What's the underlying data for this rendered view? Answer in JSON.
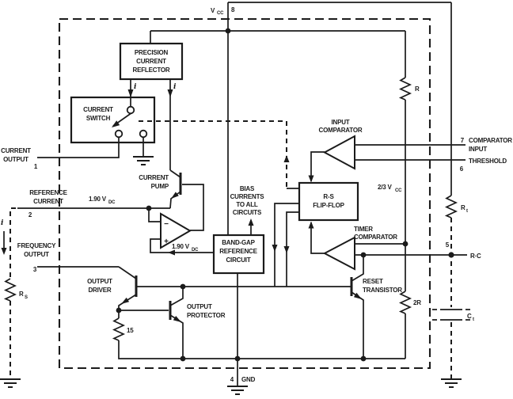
{
  "diagram": {
    "power": {
      "vcc": "V",
      "vcc_sub": "CC",
      "pin8": "8"
    },
    "pins": {
      "comparator_input": {
        "num": "7",
        "line1": "COMPARATOR",
        "line2": "INPUT"
      },
      "threshold": {
        "num": "6",
        "label": "THRESHOLD"
      },
      "rc": {
        "num": "5",
        "label": "R·C"
      },
      "gnd": {
        "num": "4",
        "label": "GND"
      },
      "frequency_output": {
        "num": "3",
        "line1": "FREQUENCY",
        "line2": "OUTPUT"
      },
      "reference_current": {
        "num": "2",
        "line1": "REFERENCE",
        "line2": "CURRENT"
      },
      "current_output": {
        "num": "1",
        "line1": "CURRENT",
        "line2": "OUTPUT"
      }
    },
    "blocks": {
      "reflector": {
        "line1": "PRECISION",
        "line2": "CURRENT",
        "line3": "REFLECTOR"
      },
      "current_switch": {
        "line1": "CURRENT",
        "line2": "SWITCH"
      },
      "current_pump": {
        "line1": "CURRENT",
        "line2": "PUMP"
      },
      "band_gap": {
        "line1": "BAND-GAP",
        "line2": "REFERENCE",
        "line3": "CIRCUIT"
      },
      "bias": {
        "line1": "BIAS",
        "line2": "CURRENTS",
        "line3": "TO ALL",
        "line4": "CIRCUITS"
      },
      "flip_flop": {
        "line1": "R-S",
        "line2": "FLIP-FLOP"
      },
      "input_comparator": {
        "line1": "INPUT",
        "line2": "COMPARATOR"
      },
      "timer_comparator": {
        "line1": "TIMER",
        "line2": "COMPARATOR"
      },
      "output_driver": {
        "line1": "OUTPUT",
        "line2": "DRIVER"
      },
      "output_protector": {
        "line1": "OUTPUT",
        "line2": "PROTECTOR"
      },
      "reset_transistor": {
        "line1": "RESET",
        "line2": "TRANSISTOR"
      }
    },
    "components": {
      "r": "R",
      "two_r": "2R",
      "fifteen": "15",
      "rt": "R",
      "rt_sub": "t",
      "ct": "C",
      "ct_sub": "t",
      "rs": "R",
      "rs_sub": "S"
    },
    "annotations": {
      "vref_top": "1.90 V",
      "vref_top_sub": "DC",
      "vref_bottom": "1.90 V",
      "vref_bottom_sub": "DC",
      "two_thirds_vcc": "2/3 V",
      "two_thirds_vcc_sub": "CC",
      "i_left": "i",
      "i_right": "i",
      "i_external": "i",
      "minus": "−",
      "plus": "+"
    },
    "colors": {
      "ink": "#1b1b1b",
      "background": "#ffffff"
    }
  }
}
